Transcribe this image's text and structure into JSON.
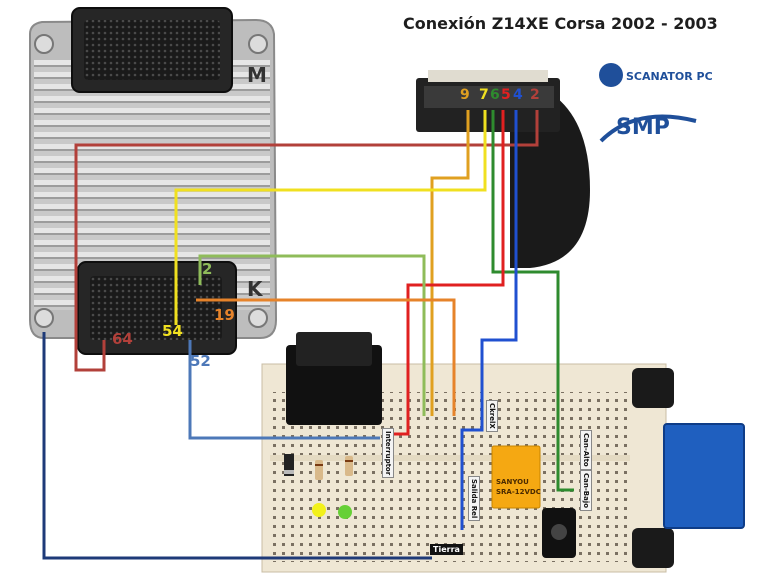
{
  "title": "Conexión Z14XE Corsa 2002 - 2003",
  "ecu": {
    "connector_m": "M",
    "connector_k": "K",
    "pins": [
      {
        "label": "2",
        "color": "#8fbc5a"
      },
      {
        "label": "19",
        "color": "#e6832a"
      },
      {
        "label": "54",
        "color": "#f0e020"
      },
      {
        "label": "64",
        "color": "#b2403a"
      },
      {
        "label": "52",
        "color": "#4d78b8"
      }
    ]
  },
  "obd_pins": [
    {
      "label": "9",
      "color": "#e0a020"
    },
    {
      "label": "7",
      "color": "#f0e020"
    },
    {
      "label": "6",
      "color": "#2e8b2e"
    },
    {
      "label": "5",
      "color": "#e02020"
    },
    {
      "label": "4",
      "color": "#2050d0"
    },
    {
      "label": "2",
      "color": "#b2403a"
    }
  ],
  "board_labels": {
    "interruptor": "Interruptor",
    "ckrelx": "CkrelX",
    "salida_rel": "Salida Rel",
    "tierra": "Tierra",
    "can_alto": "Can-Alto",
    "can_bajo": "Can-Bajo",
    "relay_brand": "SANYOU",
    "relay_model": "SRA-12VDC"
  },
  "logos": {
    "scanator": "SCANATOR PC",
    "smp": "SMP"
  }
}
